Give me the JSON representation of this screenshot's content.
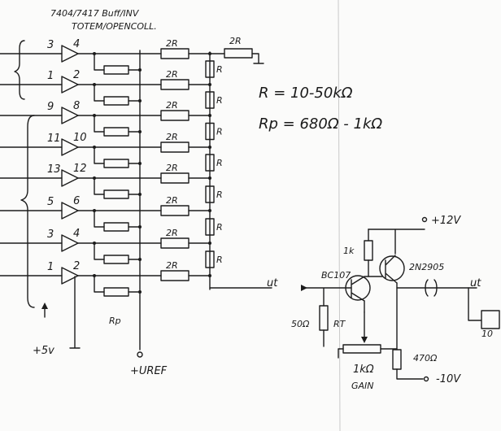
{
  "header": {
    "line1": "7404/7417  Buff/INV",
    "line2": "TOTEM/OPENCOLL."
  },
  "notes": {
    "r_value": "R = 10-50kΩ",
    "rp_value": "Rp = 680Ω - 1kΩ"
  },
  "ladder": {
    "pin_in": [
      "3",
      "1",
      "9",
      "11",
      "13",
      "5",
      "3",
      "1"
    ],
    "pin_out": [
      "4",
      "2",
      "8",
      "10",
      "12",
      "6",
      "4",
      "2"
    ],
    "res_2r": [
      "2R",
      "2R",
      "2R",
      "2R",
      "2R",
      "2R",
      "2R",
      "2R"
    ],
    "res_r": [
      "R",
      "R",
      "R",
      "R",
      "R",
      "R",
      "R"
    ],
    "top_term": "2R",
    "rp": "Rp",
    "out": "ut",
    "supply": "+5v",
    "vref": "+UREF"
  },
  "amp": {
    "vpos": "+12V",
    "vneg": "-10V",
    "r1k": "1k",
    "q1": "BC107",
    "q2": "2N2905",
    "rin": "50Ω",
    "rt": "RT",
    "pot": "1kΩ",
    "gain": "GAIN",
    "re": "470Ω",
    "out": "ut",
    "cut_off": "10"
  }
}
